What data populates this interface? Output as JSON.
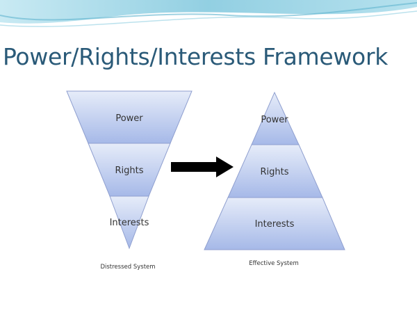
{
  "slide": {
    "title": "Power/Rights/Interests Framework"
  },
  "distressed": {
    "levels": [
      "Power",
      "Rights",
      "Interests"
    ],
    "caption": "Distressed System"
  },
  "effective": {
    "levels": [
      "Power",
      "Rights",
      "Interests"
    ],
    "caption": "Effective System"
  },
  "colors": {
    "title": "#2a5a78",
    "fill_light": "#dfe6f7",
    "fill_dark": "#a9bbea",
    "outline": "#8f9fcf",
    "arrow": "#000000",
    "wave": "#8ecfe3"
  }
}
